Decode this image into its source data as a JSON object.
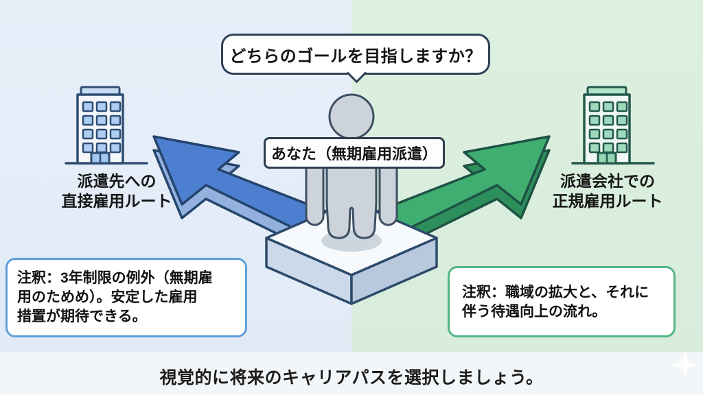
{
  "title_caption": "視覚的に将来のキャリアパスを選択しましょう。",
  "question_bubble": {
    "text": "どちらのゴールを目指しますか？"
  },
  "center_label": {
    "text": "あなた（無期雇用派遣）"
  },
  "left_route": {
    "label_line1": "派遣先への",
    "label_line2": "直接雇用ルート",
    "arrow_color": "#4d7fd0",
    "arrow_side_color": "#93b1de",
    "note_border_color": "#5f9fda",
    "note_text": "注釈：3年制限の例外（無期雇用のためめ）。安定した雇用措置が期待できる。",
    "note_lines": [
      "注釈：3年制限の例外（無期雇",
      "用のためめ）。安定した雇用",
      "措置が期待できる。"
    ]
  },
  "right_route": {
    "label_line1": "派遣会社での",
    "label_line2": "正規雇用ルート",
    "arrow_color": "#3fae70",
    "arrow_side_color": "#2d8f5b",
    "note_border_color": "#54b585",
    "note_text": "注釈：職域の拡大と、それに伴う待遇向上の流れ。",
    "note_lines": [
      "注釈：職域の拡大と、それに",
      "伴う待遇向上の流れ。"
    ]
  },
  "background": {
    "left_half_color": "#e4edf8",
    "right_half_color": "#dcefdf",
    "footer_band_color": "#f3f6f8"
  },
  "icons": {
    "left_building": "building-icon-blue",
    "right_building": "building-icon-green",
    "person": "person-figure",
    "platform": "isometric-platform",
    "sparkle": "sparkle-icon"
  }
}
